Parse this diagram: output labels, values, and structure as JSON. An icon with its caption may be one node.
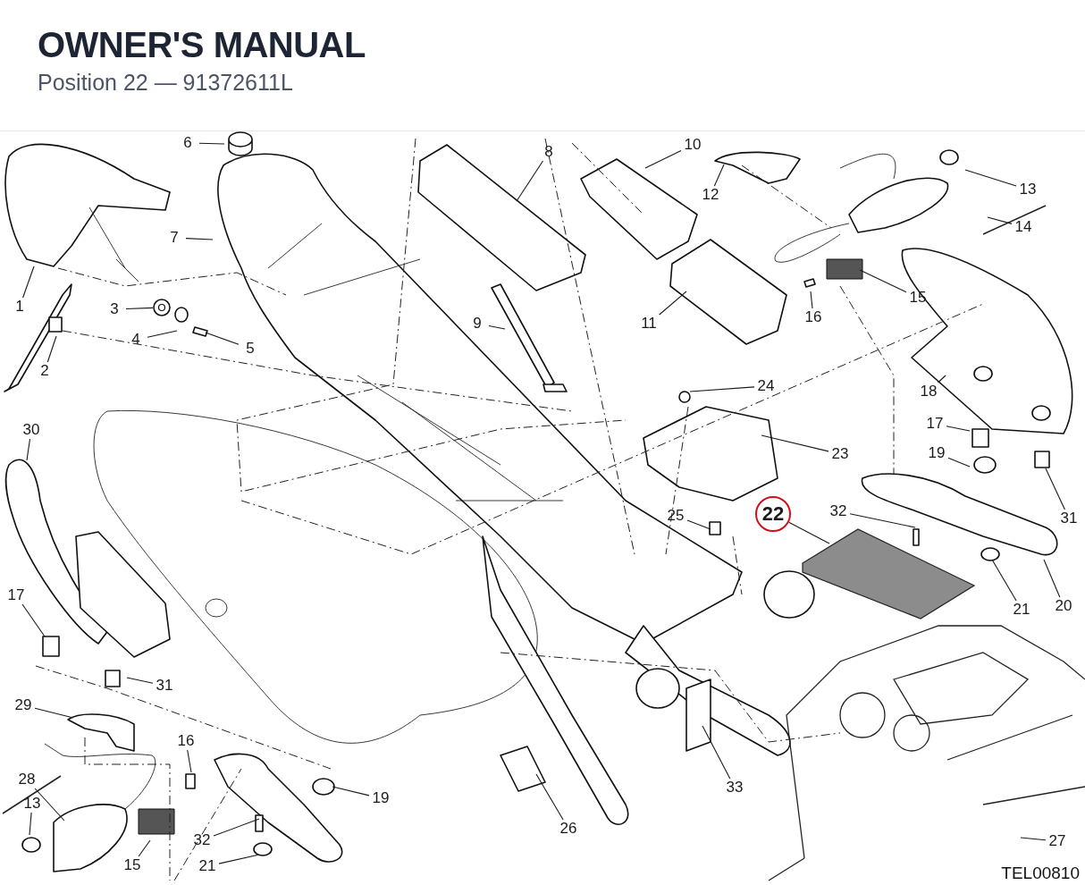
{
  "diagram": {
    "title": "OWNER'S MANUAL",
    "nodes": [
      {
        "text": [
          "6"
        ]
      },
      {
        "text": [
          "8"
        ]
      },
      {
        "text": [
          "10"
        ]
      },
      {
        "text": [
          "13"
        ]
      },
      {
        "text": [
          "12"
        ]
      },
      {
        "text": [
          "14"
        ]
      },
      {
        "text": [
          "7"
        ]
      },
      {
        "text": [
          "15"
        ]
      },
      {
        "text": [
          "1"
        ]
      },
      {
        "text": [
          "3"
        ]
      },
      {
        "text": [
          "16"
        ]
      },
      {
        "text": [
          "9"
        ]
      },
      {
        "text": [
          "11"
        ]
      },
      {
        "text": [
          "4"
        ]
      },
      {
        "text": [
          "5"
        ]
      },
      {
        "text": [
          "2"
        ]
      },
      {
        "text": [
          "24"
        ]
      },
      {
        "text": [
          "18"
        ]
      },
      {
        "text": [
          "17"
        ]
      },
      {
        "text": [
          "30"
        ]
      },
      {
        "text": [
          "19"
        ]
      },
      {
        "text": [
          "23"
        ]
      },
      {
        "text": [
          "22"
        ]
      },
      {
        "text": [
          "25"
        ]
      },
      {
        "text": [
          "32"
        ]
      },
      {
        "text": [
          "31"
        ]
      },
      {
        "text": [
          "17"
        ]
      },
      {
        "text": [
          "21"
        ]
      },
      {
        "text": [
          "20"
        ]
      },
      {
        "text": [
          "31"
        ]
      },
      {
        "text": [
          "29"
        ]
      },
      {
        "text": [
          "16"
        ]
      },
      {
        "text": [
          "28"
        ]
      },
      {
        "text": [
          "33"
        ]
      },
      {
        "text": [
          "19"
        ]
      },
      {
        "text": [
          "13"
        ]
      },
      {
        "text": [
          "26"
        ]
      },
      {
        "text": [
          "32"
        ]
      },
      {
        "text": [
          "27"
        ]
      },
      {
        "text": [
          "15"
        ]
      },
      {
        "text": [
          "21"
        ]
      },
      {
        "text": [],
        "shape": "circle"
      }
    ],
    "edges": [
      {
        "from": 0,
        "to": null,
        "arrow": "none"
      },
      {
        "from": 1,
        "to": null,
        "arrow": "none"
      },
      {
        "from": 2,
        "to": null,
        "arrow": "none"
      },
      {
        "from": 3,
        "to": null,
        "arrow": "none"
      },
      {
        "from": 4,
        "to": null,
        "arrow": "none"
      },
      {
        "from": 5,
        "to": null,
        "arrow": "none"
      },
      {
        "from": 6,
        "to": null,
        "arrow": "none"
      },
      {
        "from": 7,
        "to": null,
        "arrow": "none"
      },
      {
        "from": 8,
        "to": null,
        "arrow": "none"
      },
      {
        "from": 9,
        "to": 41,
        "arrow": "none"
      },
      {
        "from": 10,
        "to": null,
        "arrow": "none"
      },
      {
        "from": 11,
        "to": null,
        "arrow": "none"
      },
      {
        "from": 12,
        "to": null,
        "arrow": "none"
      },
      {
        "from": 13,
        "to": null,
        "arrow": "none"
      },
      {
        "from": 14,
        "to": null,
        "arrow": "none"
      },
      {
        "from": 15,
        "to": null,
        "arrow": "none"
      },
      {
        "from": 16,
        "to": null,
        "arrow": "none"
      },
      {
        "from": 17,
        "to": null,
        "arrow": "none"
      },
      {
        "from": 18,
        "to": null,
        "arrow": "none"
      },
      {
        "from": 19,
        "to": null,
        "arrow": "none"
      },
      {
        "from": 20,
        "to": null,
        "arrow": "none"
      },
      {
        "from": 21,
        "to": null,
        "arrow": "none"
      },
      {
        "from": 22,
        "to": null,
        "arrow": "none"
      },
      {
        "from": 23,
        "to": null,
        "arrow": "none"
      },
      {
        "from": 24,
        "to": null,
        "arrow": "none"
      },
      {
        "from": 25,
        "to": null,
        "arrow": "none"
      },
      {
        "from": 26,
        "to": null,
        "arrow": "none"
      },
      {
        "from": 27,
        "to": null,
        "arrow": "none"
      },
      {
        "from": 28,
        "to": null,
        "arrow": "none"
      },
      {
        "from": 29,
        "to": null,
        "arrow": "none"
      },
      {
        "from": 30,
        "to": null,
        "arrow": "none"
      },
      {
        "from": 31,
        "to": null,
        "arrow": "none"
      },
      {
        "from": 32,
        "to": null,
        "arrow": "none"
      },
      {
        "from": 33,
        "to": null,
        "arrow": "none"
      },
      {
        "from": 34,
        "to": null,
        "arrow": "none"
      },
      {
        "from": 35,
        "to": null,
        "arrow": "none"
      },
      {
        "from": 36,
        "to": null,
        "arrow": "none"
      },
      {
        "from": 37,
        "to": null,
        "arrow": "none"
      },
      {
        "from": 38,
        "to": null,
        "arrow": "none"
      },
      {
        "from": 39,
        "to": null,
        "arrow": "none"
      },
      {
        "from": 40,
        "to": null,
        "arrow": "none"
      }
    ],
    "labels": [
      "Position 22 — 91372611L",
      "TEL00810"
    ]
  }
}
